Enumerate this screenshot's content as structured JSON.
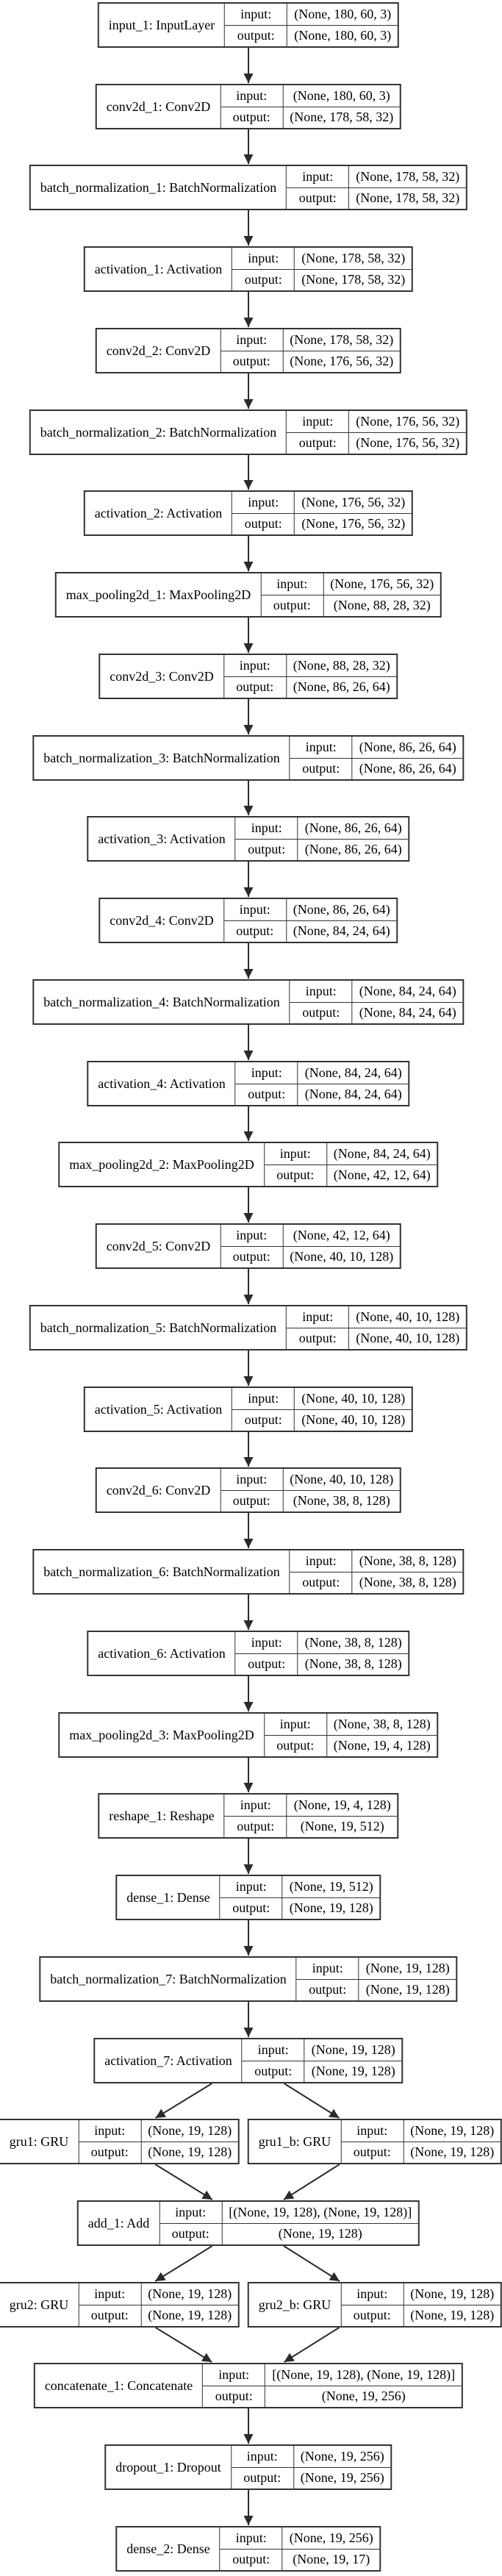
{
  "diagram": {
    "kind": "keras-model-architecture",
    "io_labels": {
      "input": "input:",
      "output": "output:"
    },
    "nodes": [
      {
        "id": "input_1",
        "label": "input_1: InputLayer",
        "input": "(None, 180, 60, 3)",
        "output": "(None, 180, 60, 3)",
        "row": 0,
        "col": "center"
      },
      {
        "id": "conv2d_1",
        "label": "conv2d_1: Conv2D",
        "input": "(None, 180, 60, 3)",
        "output": "(None, 178, 58, 32)",
        "row": 1,
        "col": "center"
      },
      {
        "id": "batch_normalization_1",
        "label": "batch_normalization_1: BatchNormalization",
        "input": "(None, 178, 58, 32)",
        "output": "(None, 178, 58, 32)",
        "row": 2,
        "col": "center"
      },
      {
        "id": "activation_1",
        "label": "activation_1: Activation",
        "input": "(None, 178, 58, 32)",
        "output": "(None, 178, 58, 32)",
        "row": 3,
        "col": "center"
      },
      {
        "id": "conv2d_2",
        "label": "conv2d_2: Conv2D",
        "input": "(None, 178, 58, 32)",
        "output": "(None, 176, 56, 32)",
        "row": 4,
        "col": "center"
      },
      {
        "id": "batch_normalization_2",
        "label": "batch_normalization_2: BatchNormalization",
        "input": "(None, 176, 56, 32)",
        "output": "(None, 176, 56, 32)",
        "row": 5,
        "col": "center"
      },
      {
        "id": "activation_2",
        "label": "activation_2: Activation",
        "input": "(None, 176, 56, 32)",
        "output": "(None, 176, 56, 32)",
        "row": 6,
        "col": "center"
      },
      {
        "id": "max_pooling2d_1",
        "label": "max_pooling2d_1: MaxPooling2D",
        "input": "(None, 176, 56, 32)",
        "output": "(None, 88, 28, 32)",
        "row": 7,
        "col": "center"
      },
      {
        "id": "conv2d_3",
        "label": "conv2d_3: Conv2D",
        "input": "(None, 88, 28, 32)",
        "output": "(None, 86, 26, 64)",
        "row": 8,
        "col": "center"
      },
      {
        "id": "batch_normalization_3",
        "label": "batch_normalization_3: BatchNormalization",
        "input": "(None, 86, 26, 64)",
        "output": "(None, 86, 26, 64)",
        "row": 9,
        "col": "center"
      },
      {
        "id": "activation_3",
        "label": "activation_3: Activation",
        "input": "(None, 86, 26, 64)",
        "output": "(None, 86, 26, 64)",
        "row": 10,
        "col": "center"
      },
      {
        "id": "conv2d_4",
        "label": "conv2d_4: Conv2D",
        "input": "(None, 86, 26, 64)",
        "output": "(None, 84, 24, 64)",
        "row": 11,
        "col": "center"
      },
      {
        "id": "batch_normalization_4",
        "label": "batch_normalization_4: BatchNormalization",
        "input": "(None, 84, 24, 64)",
        "output": "(None, 84, 24, 64)",
        "row": 12,
        "col": "center"
      },
      {
        "id": "activation_4",
        "label": "activation_4: Activation",
        "input": "(None, 84, 24, 64)",
        "output": "(None, 84, 24, 64)",
        "row": 13,
        "col": "center"
      },
      {
        "id": "max_pooling2d_2",
        "label": "max_pooling2d_2: MaxPooling2D",
        "input": "(None, 84, 24, 64)",
        "output": "(None, 42, 12, 64)",
        "row": 14,
        "col": "center"
      },
      {
        "id": "conv2d_5",
        "label": "conv2d_5: Conv2D",
        "input": "(None, 42, 12, 64)",
        "output": "(None, 40, 10, 128)",
        "row": 15,
        "col": "center"
      },
      {
        "id": "batch_normalization_5",
        "label": "batch_normalization_5: BatchNormalization",
        "input": "(None, 40, 10, 128)",
        "output": "(None, 40, 10, 128)",
        "row": 16,
        "col": "center"
      },
      {
        "id": "activation_5",
        "label": "activation_5: Activation",
        "input": "(None, 40, 10, 128)",
        "output": "(None, 40, 10, 128)",
        "row": 17,
        "col": "center"
      },
      {
        "id": "conv2d_6",
        "label": "conv2d_6: Conv2D",
        "input": "(None, 40, 10, 128)",
        "output": "(None, 38, 8, 128)",
        "row": 18,
        "col": "center"
      },
      {
        "id": "batch_normalization_6",
        "label": "batch_normalization_6: BatchNormalization",
        "input": "(None, 38, 8, 128)",
        "output": "(None, 38, 8, 128)",
        "row": 19,
        "col": "center"
      },
      {
        "id": "activation_6",
        "label": "activation_6: Activation",
        "input": "(None, 38, 8, 128)",
        "output": "(None, 38, 8, 128)",
        "row": 20,
        "col": "center"
      },
      {
        "id": "max_pooling2d_3",
        "label": "max_pooling2d_3: MaxPooling2D",
        "input": "(None, 38, 8, 128)",
        "output": "(None, 19, 4, 128)",
        "row": 21,
        "col": "center"
      },
      {
        "id": "reshape_1",
        "label": "reshape_1: Reshape",
        "input": "(None, 19, 4, 128)",
        "output": "(None, 19, 512)",
        "row": 22,
        "col": "center"
      },
      {
        "id": "dense_1",
        "label": "dense_1: Dense",
        "input": "(None, 19, 512)",
        "output": "(None, 19, 128)",
        "row": 23,
        "col": "center"
      },
      {
        "id": "batch_normalization_7",
        "label": "batch_normalization_7: BatchNormalization",
        "input": "(None, 19, 128)",
        "output": "(None, 19, 128)",
        "row": 24,
        "col": "center"
      },
      {
        "id": "activation_7",
        "label": "activation_7: Activation",
        "input": "(None, 19, 128)",
        "output": "(None, 19, 128)",
        "row": 25,
        "col": "center"
      },
      {
        "id": "gru1",
        "label": "gru1: GRU",
        "input": "(None, 19, 128)",
        "output": "(None, 19, 128)",
        "row": 26,
        "col": "left"
      },
      {
        "id": "gru1_b",
        "label": "gru1_b: GRU",
        "input": "(None, 19, 128)",
        "output": "(None, 19, 128)",
        "row": 26,
        "col": "right"
      },
      {
        "id": "add_1",
        "label": "add_1: Add",
        "input": "[(None, 19, 128), (None, 19, 128)]",
        "output": "(None, 19, 128)",
        "row": 27,
        "col": "center"
      },
      {
        "id": "gru2",
        "label": "gru2: GRU",
        "input": "(None, 19, 128)",
        "output": "(None, 19, 128)",
        "row": 28,
        "col": "left"
      },
      {
        "id": "gru2_b",
        "label": "gru2_b: GRU",
        "input": "(None, 19, 128)",
        "output": "(None, 19, 128)",
        "row": 28,
        "col": "right"
      },
      {
        "id": "concatenate_1",
        "label": "concatenate_1: Concatenate",
        "input": "[(None, 19, 128), (None, 19, 128)]",
        "output": "(None, 19, 256)",
        "row": 29,
        "col": "center"
      },
      {
        "id": "dropout_1",
        "label": "dropout_1: Dropout",
        "input": "(None, 19, 256)",
        "output": "(None, 19, 256)",
        "row": 30,
        "col": "center"
      },
      {
        "id": "dense_2",
        "label": "dense_2: Dense",
        "input": "(None, 19, 256)",
        "output": "(None, 19, 17)",
        "row": 31,
        "col": "center"
      }
    ],
    "edges": [
      [
        "input_1",
        "conv2d_1"
      ],
      [
        "conv2d_1",
        "batch_normalization_1"
      ],
      [
        "batch_normalization_1",
        "activation_1"
      ],
      [
        "activation_1",
        "conv2d_2"
      ],
      [
        "conv2d_2",
        "batch_normalization_2"
      ],
      [
        "batch_normalization_2",
        "activation_2"
      ],
      [
        "activation_2",
        "max_pooling2d_1"
      ],
      [
        "max_pooling2d_1",
        "conv2d_3"
      ],
      [
        "conv2d_3",
        "batch_normalization_3"
      ],
      [
        "batch_normalization_3",
        "activation_3"
      ],
      [
        "activation_3",
        "conv2d_4"
      ],
      [
        "conv2d_4",
        "batch_normalization_4"
      ],
      [
        "batch_normalization_4",
        "activation_4"
      ],
      [
        "activation_4",
        "max_pooling2d_2"
      ],
      [
        "max_pooling2d_2",
        "conv2d_5"
      ],
      [
        "conv2d_5",
        "batch_normalization_5"
      ],
      [
        "batch_normalization_5",
        "activation_5"
      ],
      [
        "activation_5",
        "conv2d_6"
      ],
      [
        "conv2d_6",
        "batch_normalization_6"
      ],
      [
        "batch_normalization_6",
        "activation_6"
      ],
      [
        "activation_6",
        "max_pooling2d_3"
      ],
      [
        "max_pooling2d_3",
        "reshape_1"
      ],
      [
        "reshape_1",
        "dense_1"
      ],
      [
        "dense_1",
        "batch_normalization_7"
      ],
      [
        "batch_normalization_7",
        "activation_7"
      ],
      [
        "activation_7",
        "gru1"
      ],
      [
        "activation_7",
        "gru1_b"
      ],
      [
        "gru1",
        "add_1"
      ],
      [
        "gru1_b",
        "add_1"
      ],
      [
        "add_1",
        "gru2"
      ],
      [
        "add_1",
        "gru2_b"
      ],
      [
        "gru2",
        "concatenate_1"
      ],
      [
        "gru2_b",
        "concatenate_1"
      ],
      [
        "concatenate_1",
        "dropout_1"
      ],
      [
        "dropout_1",
        "dense_2"
      ]
    ],
    "style": {
      "background": "#ffffff",
      "node_fill": "#ffffff",
      "node_border": "#333333",
      "edge_color": "#2b2b2b",
      "text_color": "#000000"
    }
  }
}
